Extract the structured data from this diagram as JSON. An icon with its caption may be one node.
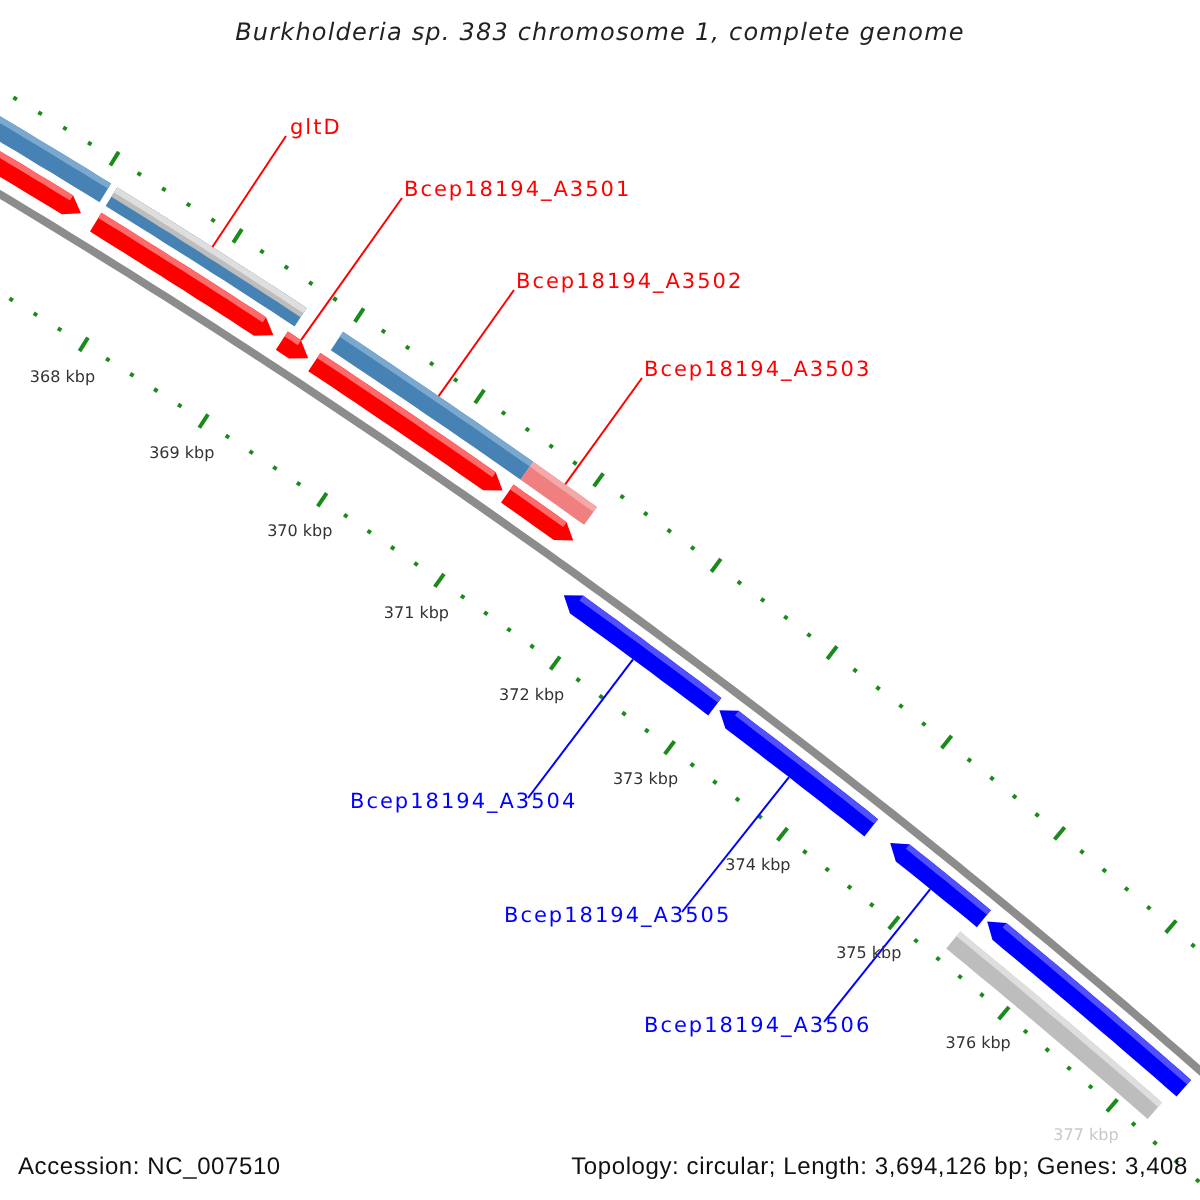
{
  "diagram": {
    "title": "Burkholderia sp. 383 chromosome 1, complete genome",
    "nodes": [
      {
        "text": [
          "gltD"
        ]
      },
      {
        "text": [
          "Bcep18194_A3501"
        ]
      },
      {
        "text": [
          "Bcep18194_A3502"
        ]
      },
      {
        "text": [
          "Bcep18194_A3503"
        ]
      },
      {
        "text": [
          "Bcep18194_A3504"
        ]
      },
      {
        "text": [
          "Bcep18194_A3505"
        ]
      },
      {
        "text": [
          "Bcep18194_A3506"
        ]
      },
      {
        "text": [],
        "shape": "bar"
      },
      {
        "text": [],
        "shape": "bar"
      },
      {
        "text": [],
        "shape": "bar"
      },
      {
        "text": [],
        "shape": "bar"
      },
      {
        "text": [],
        "shape": "bar"
      },
      {
        "text": [],
        "shape": "bar"
      },
      {
        "text": [],
        "shape": "bar"
      },
      {
        "text": [],
        "shape": "bar"
      },
      {
        "text": [],
        "shape": "bar"
      },
      {
        "text": [],
        "shape": "bar"
      },
      {
        "text": [],
        "shape": "bar"
      },
      {
        "text": [],
        "shape": "bar"
      },
      {
        "text": [],
        "shape": "bar"
      },
      {
        "text": [],
        "shape": "bar"
      }
    ],
    "edges": [
      {
        "from": 0,
        "to": 9,
        "arrow": "none"
      },
      {
        "from": 1,
        "to": 11,
        "arrow": "none"
      },
      {
        "from": 2,
        "to": 13,
        "arrow": "none"
      },
      {
        "from": 3,
        "to": 15,
        "arrow": "none"
      },
      {
        "from": 4,
        "to": 16,
        "arrow": "none",
        "color": "#0000ff"
      },
      {
        "from": 5,
        "to": 17,
        "arrow": "none",
        "color": "#0000ff"
      },
      {
        "from": 6,
        "to": 18,
        "arrow": "none",
        "color": "#0000ff"
      }
    ],
    "labels": [
      "368 kbp",
      "369 kbp",
      "370 kbp",
      "371 kbp",
      "372 kbp",
      "373 kbp",
      "374 kbp",
      "375 kbp",
      "376 kbp",
      "377 kbp",
      "Accession: NC_007510",
      "Topology: circular; Length: 3,694,126 bp; Genes: 3,408"
    ]
  }
}
